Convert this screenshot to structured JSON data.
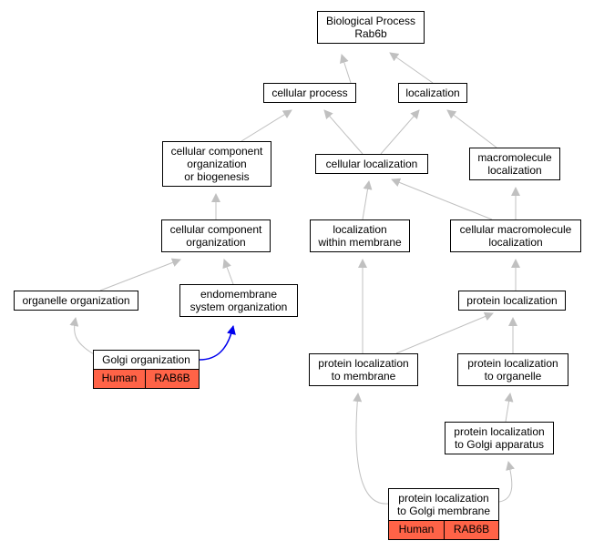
{
  "diagram": {
    "colors": {
      "edge": "#c0c0c0",
      "highlight_edge": "#0000ee",
      "tag_fill": "#ff6347"
    },
    "nodes": {
      "root": [
        "Biological Process",
        "Rab6b"
      ],
      "cellular_process": [
        "cellular process"
      ],
      "localization": [
        "localization"
      ],
      "ccob": [
        "cellular component",
        "organization",
        "or biogenesis"
      ],
      "cellular_localization": [
        "cellular localization"
      ],
      "macromolecule_localization": [
        "macromolecule",
        "localization"
      ],
      "cco": [
        "cellular component",
        "organization"
      ],
      "loc_within_membrane": [
        "localization",
        "within membrane"
      ],
      "cellular_macromolecule_localization": [
        "cellular macromolecule",
        "localization"
      ],
      "organelle_organization": [
        "organelle organization"
      ],
      "endomembrane": [
        "endomembrane",
        "system organization"
      ],
      "protein_localization": [
        "protein localization"
      ],
      "golgi_organization": [
        "Golgi organization"
      ],
      "plm": [
        "protein localization",
        "to membrane"
      ],
      "plo": [
        "protein localization",
        "to organelle"
      ],
      "plga": [
        "protein localization",
        "to Golgi apparatus"
      ],
      "plgm": [
        "protein localization",
        "to Golgi membrane"
      ]
    },
    "tags": {
      "golgi_organization": [
        "Human",
        "RAB6B"
      ],
      "plgm": [
        "Human",
        "RAB6B"
      ]
    }
  }
}
